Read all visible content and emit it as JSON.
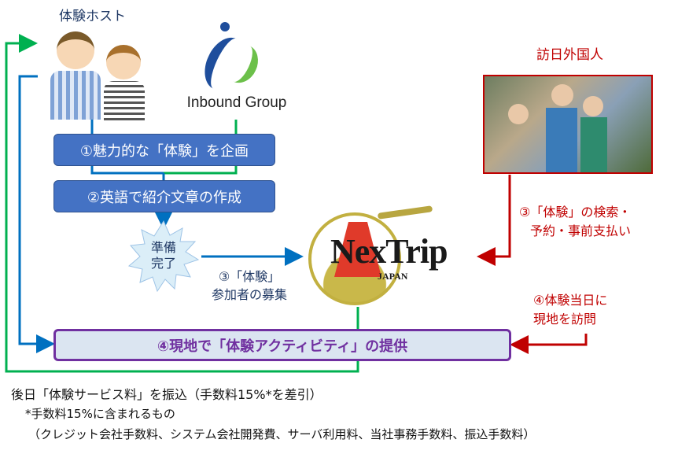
{
  "host": {
    "label": "体験ホスト"
  },
  "inbound": {
    "logo_text": "Inbound Group"
  },
  "steps": {
    "step1": "①魅力的な「体験」を企画",
    "step2": "②英語で紹介文章の作成",
    "ready": [
      "準備",
      "完了"
    ],
    "recruit": [
      "③「体験」",
      "参加者の募集"
    ],
    "provide": "④現地で「体験アクティビティ」の提供"
  },
  "visitors": {
    "label": "訪日外国人",
    "search": [
      "③「体験」の検索・",
      "予約・事前支払い"
    ],
    "visit": [
      "④体験当日に",
      "現地を訪問"
    ]
  },
  "nextrip": {
    "logo_text": "NexTrip",
    "logo_sub": "JAPAN"
  },
  "notes": {
    "line1": "後日「体験サービス料」を振込（手数料15%*を差引）",
    "line2": "*手数料15%に含まれるもの",
    "line3": "（クレジット会社手数料、システム会社開発費、サーバ利用料、当社事務手数料、振込手数料）"
  },
  "colors": {
    "blue": "#0070c0",
    "green": "#00b050",
    "red": "#c00000",
    "purple": "#7030a0",
    "step_fill": "#4472c4"
  }
}
